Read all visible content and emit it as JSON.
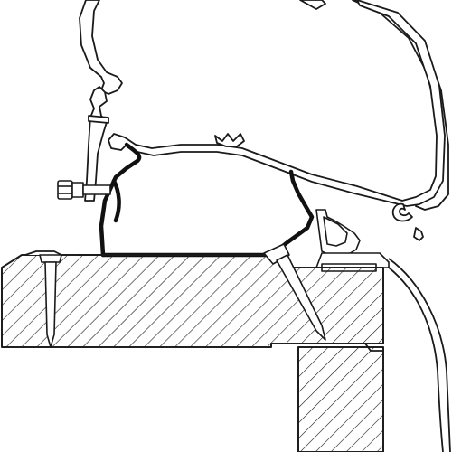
{
  "diagram": {
    "type": "technical-cross-section",
    "background": "#ffffff",
    "line_color": "#1a1a1a",
    "fill_color": "#ffffff",
    "hatch_color": "#1a1a1a",
    "components": [
      "awning-cassette-profile",
      "wall-rail-profile",
      "adapter-bracket",
      "mounting-bolt",
      "roof-panel-hatched",
      "wall-panel-hatched",
      "screw-left",
      "screw-right",
      "edge-trim-profile",
      "outer-skin-curve"
    ]
  }
}
